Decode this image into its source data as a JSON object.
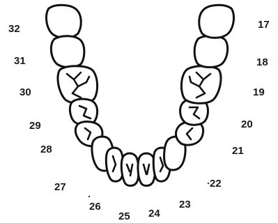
{
  "tooth_numbers": {
    "t17": "17",
    "t18": "18",
    "t19": "19",
    "t20": "20",
    "t21": "21",
    "t22": "22",
    "t23": "23",
    "t24": "24",
    "t25": "25",
    "t26": "26",
    "t27": "27",
    "t28": "28",
    "t29": "29",
    "t30": "30",
    "t31": "31",
    "t32": "32"
  }
}
